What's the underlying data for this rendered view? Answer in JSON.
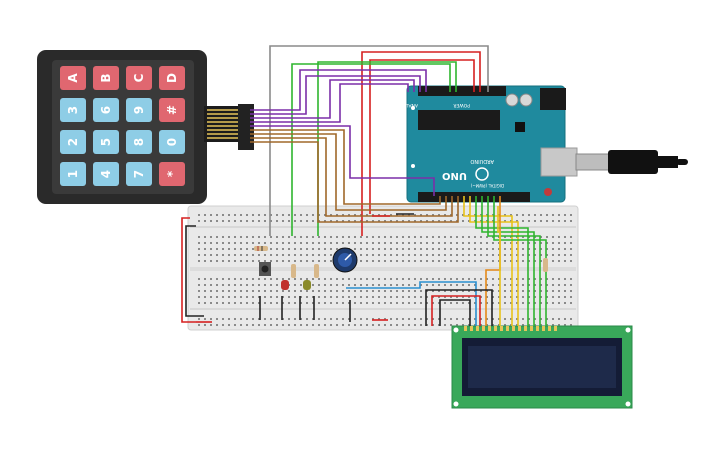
{
  "keypad": {
    "keys": [
      {
        "label": "A",
        "kind": "letter"
      },
      {
        "label": "B",
        "kind": "letter"
      },
      {
        "label": "C",
        "kind": "letter"
      },
      {
        "label": "D",
        "kind": "letter"
      },
      {
        "label": "3",
        "kind": "digit"
      },
      {
        "label": "6",
        "kind": "digit"
      },
      {
        "label": "9",
        "kind": "digit"
      },
      {
        "label": "#",
        "kind": "letter"
      },
      {
        "label": "2",
        "kind": "digit"
      },
      {
        "label": "5",
        "kind": "digit"
      },
      {
        "label": "8",
        "kind": "digit"
      },
      {
        "label": "0",
        "kind": "digit"
      },
      {
        "label": "1",
        "kind": "digit"
      },
      {
        "label": "4",
        "kind": "digit"
      },
      {
        "label": "7",
        "kind": "digit"
      },
      {
        "label": "*",
        "kind": "letter"
      }
    ]
  },
  "arduino": {
    "model": "UNO",
    "brand": "ARDUINO",
    "analog_label": "ANALOG IN",
    "power_label": "POWER",
    "digital_label": "DIGITAL (PWM~)"
  },
  "colors": {
    "wire_red": "#d62020",
    "wire_green": "#2fb52f",
    "wire_purple": "#7b2fa8",
    "wire_brown": "#a0682a",
    "wire_gray": "#8a8a8a",
    "wire_black": "#222222",
    "wire_orange": "#e48a1a",
    "wire_yellow": "#e8c21a",
    "wire_blue": "#2a8fd0",
    "board_teal": "#1f8a9e",
    "lcd_green": "#39a85a",
    "lcd_screen": "#1e2a4a",
    "key_red": "#e06770",
    "key_blue": "#8ecde6",
    "breadboard": "#e9e9e9"
  }
}
